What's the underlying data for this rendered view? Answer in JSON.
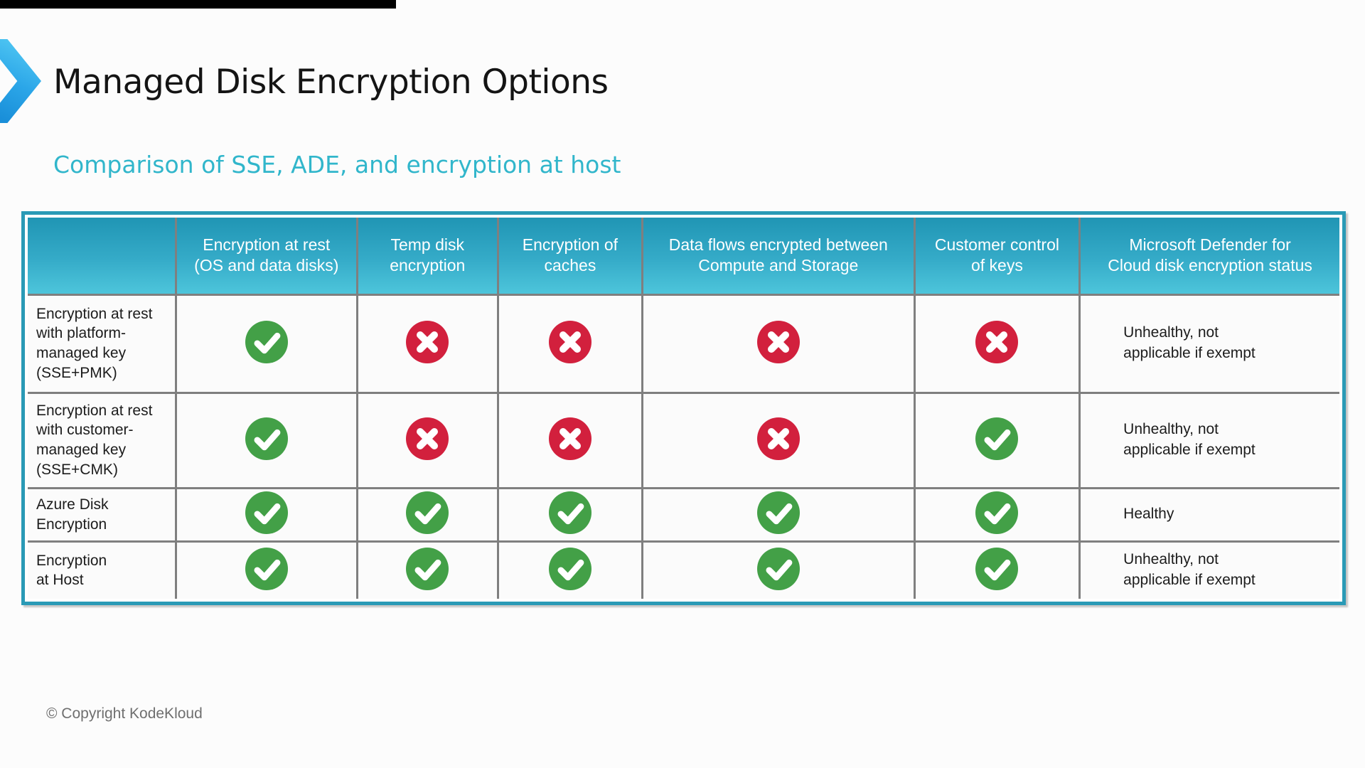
{
  "slide": {
    "title": "Managed Disk Encryption Options",
    "subtitle": "Comparison of SSE, ADE, and encryption at host",
    "copyright": "© Copyright KodeKloud"
  },
  "table": {
    "columns": [
      "",
      "Encryption at rest\n(OS and data disks)",
      "Temp disk\nencryption",
      "Encryption of\ncaches",
      "Data flows encrypted between\nCompute and Storage",
      "Customer control\nof keys",
      "Microsoft Defender for\nCloud disk encryption status"
    ],
    "rows": [
      {
        "label": "Encryption at rest\nwith platform-\nmanaged key\n(SSE+PMK)",
        "values": [
          "check",
          "cross",
          "cross",
          "cross",
          "cross"
        ],
        "defender_status": "Unhealthy, not\napplicable if exempt"
      },
      {
        "label": "Encryption at rest\nwith customer-\nmanaged key\n(SSE+CMK)",
        "values": [
          "check",
          "cross",
          "cross",
          "cross",
          "check"
        ],
        "defender_status": "Unhealthy, not\napplicable if exempt"
      },
      {
        "label": "Azure Disk\nEncryption",
        "values": [
          "check",
          "check",
          "check",
          "check",
          "check"
        ],
        "defender_status": "Healthy"
      },
      {
        "label": "Encryption\nat Host",
        "values": [
          "check",
          "check",
          "check",
          "check",
          "check"
        ],
        "defender_status": "Unhealthy, not\napplicable if exempt"
      }
    ]
  },
  "icons": {
    "check": "check-circle-icon",
    "cross": "cross-circle-icon",
    "bullet": "chevron-right-icon"
  },
  "colors": {
    "check_green": "#43a047",
    "cross_red": "#d2203d",
    "table_border_teal": "#2a9ab6",
    "header_gradient_top": "#2095b4",
    "header_gradient_bottom": "#4dc5db",
    "grid_gray": "#7f7f7f",
    "subtitle_teal": "#31b6cb",
    "topbar_black": "#000000"
  }
}
